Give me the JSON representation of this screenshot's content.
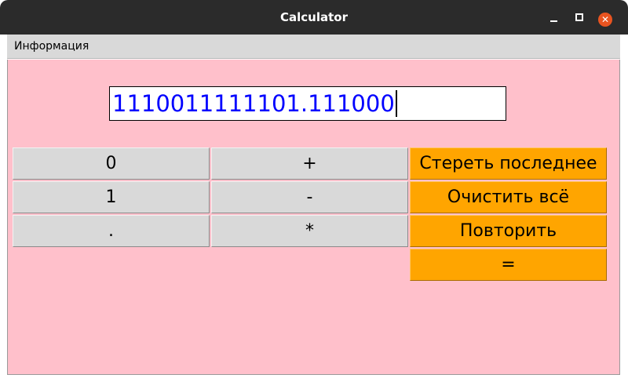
{
  "window": {
    "title": "Calculator",
    "controls": {
      "minimize": "minimize",
      "maximize": "maximize",
      "close": "✕"
    }
  },
  "menu": {
    "items": [
      {
        "label": "Информация"
      }
    ]
  },
  "display": {
    "value": "1110011111101.111000",
    "text_color": "#0000ff"
  },
  "keypad": {
    "digits": [
      {
        "label": "0"
      },
      {
        "label": "1"
      },
      {
        "label": "."
      }
    ],
    "operators": [
      {
        "label": "+"
      },
      {
        "label": "-"
      },
      {
        "label": "*"
      }
    ],
    "actions": [
      {
        "label": "Стереть последнее"
      },
      {
        "label": "Очистить всё"
      },
      {
        "label": "Повторить"
      },
      {
        "label": "="
      }
    ]
  },
  "colors": {
    "background": "#ffc0cb",
    "digit_button": "#d9d9d9",
    "action_button": "#ffa500",
    "close_button": "#e95420"
  }
}
